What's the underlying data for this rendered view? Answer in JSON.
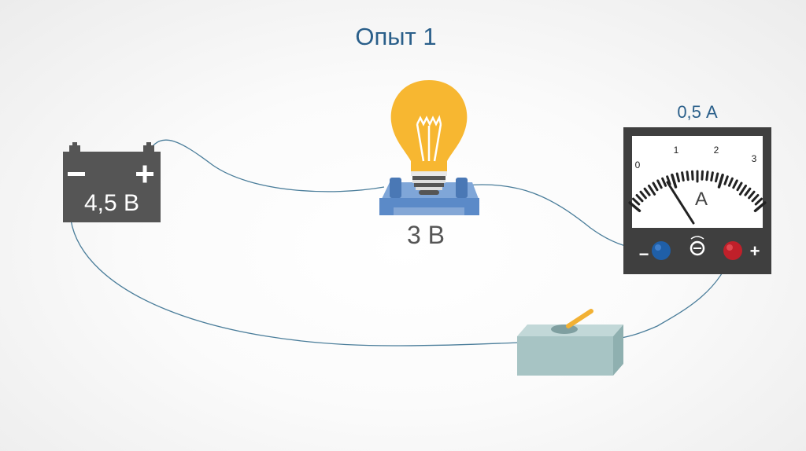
{
  "title": "Опыт 1",
  "battery": {
    "label": "4,5 В",
    "minus_sign": "−",
    "plus_sign": "+"
  },
  "lamp": {
    "label": "3 В"
  },
  "ammeter": {
    "reading": "0,5 А",
    "scale_labels": [
      "0",
      "1",
      "2",
      "3"
    ],
    "unit": "А",
    "minus_terminal": "−",
    "plus_terminal": "+"
  },
  "colors": {
    "title": "#2a5f8a",
    "wire": "#4a7d9a",
    "battery": "#555555",
    "bulb": "#f7b731",
    "lamp_base": "#5b8ac8",
    "ammeter_body": "#3f3f3f",
    "terminal_minus": "#1f5fa8",
    "terminal_plus": "#c0202a",
    "switch_box": "#a7c4c4",
    "switch_lever": "#f2b134"
  },
  "icons": [
    "battery-icon",
    "light-bulb-icon",
    "ammeter-icon",
    "switch-icon",
    "zero-adjust-icon"
  ]
}
